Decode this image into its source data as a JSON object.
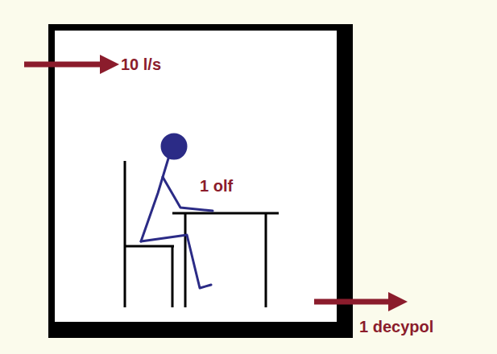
{
  "diagram": {
    "labels": [
      "10 l/s",
      "1 olf",
      "1 decypol"
    ]
  }
}
